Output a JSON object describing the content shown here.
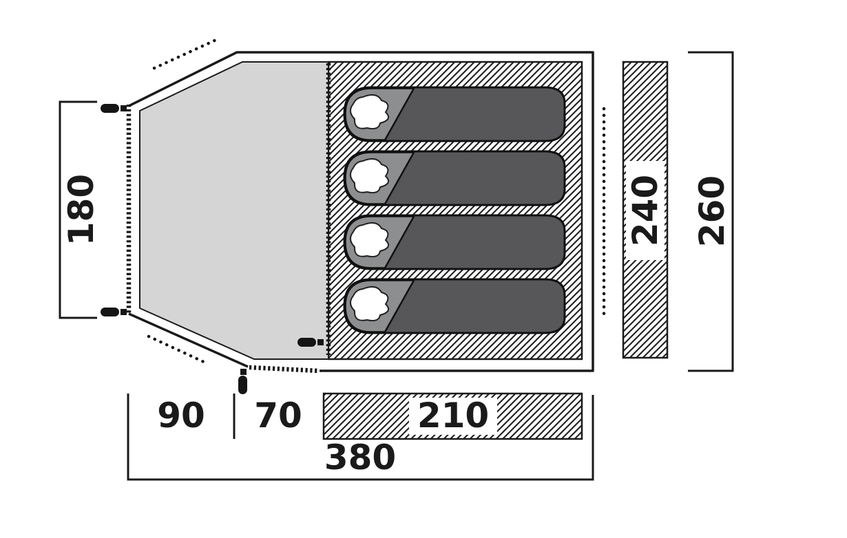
{
  "diagram": {
    "type": "tent-floorplan-top-view",
    "sleeping_bag_count": 4,
    "dimension_labels": {
      "bedroom_width": "180",
      "bedroom_length": "240",
      "flysheet_length": "260",
      "porch_depth": "90",
      "front_depth": "70",
      "bedroom_depth": "210",
      "total_depth": "380"
    },
    "colors": {
      "outline": "#1a1a1a",
      "porch_fill": "#d5d5d5",
      "bag_body": "#57575a",
      "bag_hood": "#8d8e90",
      "bag_pillow": "#ffffff",
      "hatch_line": "#1f1f1f",
      "background": "#ffffff"
    }
  }
}
